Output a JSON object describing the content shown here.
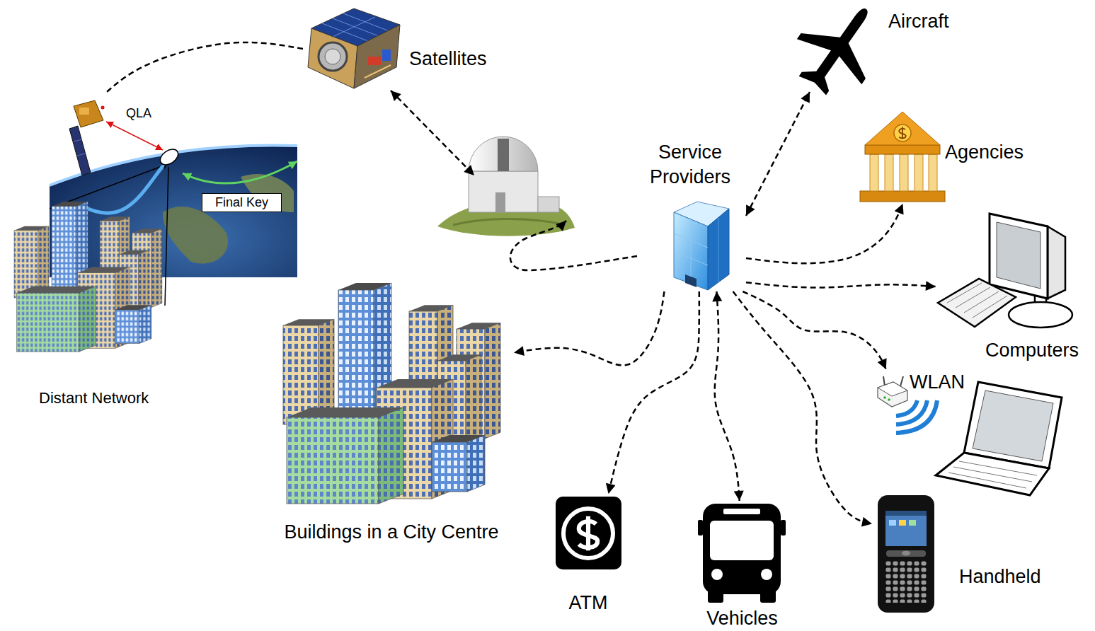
{
  "diagram": {
    "nodes": [
      {
        "text": [
          "Satellites"
        ]
      },
      {
        "text": [
          "Aircraft"
        ]
      },
      {
        "text": [
          "Distant Network"
        ]
      },
      {
        "text": [
          "Final Key"
        ],
        "in": 2
      },
      {
        "text": [
          "Service Providers"
        ]
      },
      {
        "text": [
          "Agencies"
        ]
      },
      {
        "text": [
          "Computers"
        ]
      },
      {
        "text": [
          "WLAN"
        ]
      },
      {
        "text": [
          "Buildings in a City Centre"
        ]
      },
      {
        "text": [
          "ATM"
        ]
      },
      {
        "text": [
          "Vehicles"
        ]
      },
      {
        "text": [
          "Handheld"
        ]
      }
    ],
    "edges": [
      {
        "from": 4,
        "to": 1,
        "arrow": "both"
      },
      {
        "from": 4,
        "to": 5,
        "arrow": "to"
      },
      {
        "from": 4,
        "to": 6,
        "arrow": "to"
      },
      {
        "from": 4,
        "to": 7,
        "arrow": "to"
      },
      {
        "from": 4,
        "to": 11,
        "arrow": "to"
      },
      {
        "from": 4,
        "to": 10,
        "arrow": "both"
      },
      {
        "from": 4,
        "to": 9,
        "arrow": "to"
      },
      {
        "from": 4,
        "to": 8,
        "arrow": "to"
      },
      {
        "from": 0,
        "to": 2,
        "arrow": "none"
      }
    ],
    "labels": [
      "QLA"
    ]
  }
}
